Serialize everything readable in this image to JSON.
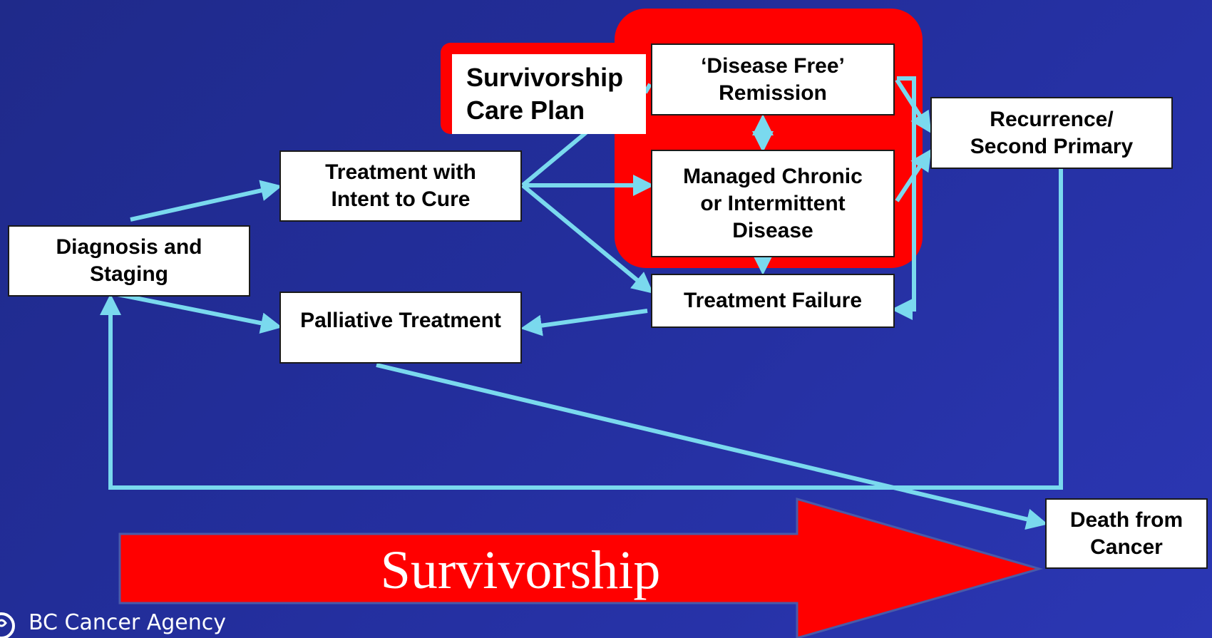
{
  "colors": {
    "background": "#2430a2",
    "arrow": "#7ad9ee",
    "highlight": "#ff0000",
    "box": "#ffffff"
  },
  "boxes": {
    "diagnosis": "Diagnosis and\nStaging",
    "treatment_cure": "Treatment with\nIntent to Cure",
    "palliative": "Palliative Treatment",
    "survivorship_care_plan": "Survivorship\nCare Plan",
    "disease_free": "‘Disease Free’\nRemission",
    "managed_chronic": "Managed Chronic\nor Intermittent\nDisease",
    "treatment_failure": "Treatment Failure",
    "recurrence": "Recurrence/\nSecond Primary",
    "death": "Death from\nCancer"
  },
  "banner": {
    "label": "Survivorship"
  },
  "logo": {
    "text": "BC Cancer Agency",
    "icon": "bc-cancer-agency-logo-icon"
  }
}
